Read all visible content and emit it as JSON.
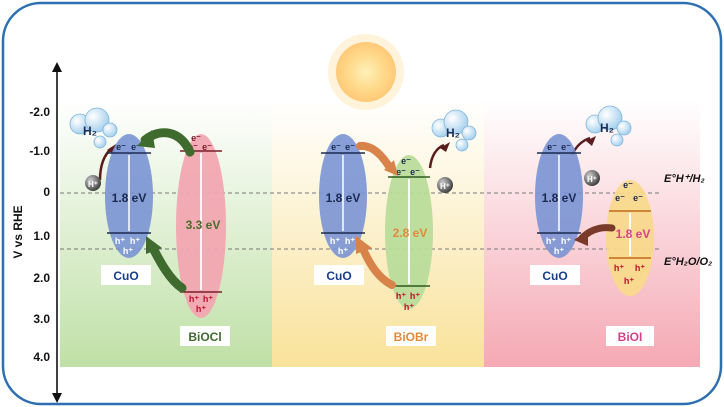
{
  "axis": {
    "label": "V vs RHE",
    "ticks": [
      "-2.0",
      "-1.0",
      "0",
      "1.0",
      "2.0",
      "3.0",
      "4.0"
    ]
  },
  "references": {
    "h_label": "E°H⁺/H₂",
    "o_label": "E°H₂O/O₂"
  },
  "panels": [
    {
      "id": "biocl",
      "cuo_label": "CuO",
      "cuo_gap": "1.8 eV",
      "partner_label": "BiOCl",
      "partner_gap": "3.3 eV",
      "h2": "H₂",
      "hplus": "H⁺"
    },
    {
      "id": "biobr",
      "cuo_label": "CuO",
      "cuo_gap": "1.8 eV",
      "partner_label": "BiOBr",
      "partner_gap": "2.8 eV",
      "h2": "H₂",
      "hplus": "H⁺"
    },
    {
      "id": "bioi",
      "cuo_label": "CuO",
      "cuo_gap": "1.8 eV",
      "partner_label": "BiOI",
      "partner_gap": "1.8 eV",
      "h2": "H₂",
      "hplus": "H⁺"
    }
  ],
  "carriers": {
    "electron": "e⁻",
    "hole": "h⁺"
  },
  "colors": {
    "cuo_fill": "#7a93d4",
    "biocl_fill": "#f2a7b1",
    "biobr_fill": "#b9dc9a",
    "bioi_fill": "#f9d98c",
    "biocl_text": "#4a6b2a",
    "biobr_text": "#e08a3c",
    "bioi_text": "#d6428a",
    "arrow_green": "#3f6b2e",
    "arrow_orange": "#d8834a",
    "arrow_brown": "#7a3a2a"
  }
}
